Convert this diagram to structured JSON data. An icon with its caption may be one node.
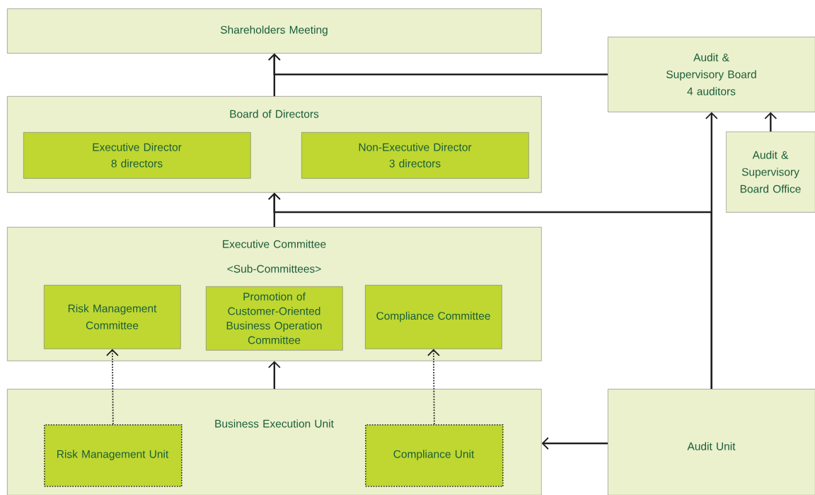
{
  "diagram": {
    "nodes": [
      {
        "text": [
          "Shareholders Meeting"
        ]
      },
      {
        "text": [
          "Audit & Supervisory Board",
          "4 auditors"
        ]
      },
      {
        "text": [
          "Board of Directors"
        ]
      },
      {
        "text": [
          "Executive Director",
          "8 directors"
        ],
        "in": 2
      },
      {
        "text": [
          "Non-Executive Director",
          "3 directors"
        ],
        "in": 2
      },
      {
        "text": [
          "Audit & Supervisory Board Office"
        ]
      },
      {
        "text": [
          "Executive Committee",
          "<Sub-Committees>"
        ]
      },
      {
        "text": [
          "Risk Management Committee"
        ],
        "in": 6
      },
      {
        "text": [
          "Promotion of Customer-Oriented Business Operation Committee"
        ],
        "in": 6
      },
      {
        "text": [
          "Compliance Committee"
        ],
        "in": 6
      },
      {
        "text": [
          "Business Execution Unit"
        ]
      },
      {
        "text": [
          "Risk Management Unit"
        ],
        "in": 10
      },
      {
        "text": [
          "Compliance Unit"
        ],
        "in": 10
      },
      {
        "text": [
          "Audit Unit"
        ]
      }
    ],
    "edges": [
      {
        "from": 2,
        "to": 0,
        "arrow": "to"
      },
      {
        "from": 1,
        "to": 0,
        "arrow": "to"
      },
      {
        "from": 13,
        "to": 1,
        "arrow": "to"
      },
      {
        "from": 5,
        "to": 1,
        "arrow": "to"
      },
      {
        "from": 6,
        "to": 2,
        "arrow": "to"
      },
      {
        "from": 13,
        "to": 2,
        "arrow": "to"
      },
      {
        "from": 10,
        "to": 6,
        "arrow": "to"
      },
      {
        "from": 11,
        "to": 7,
        "arrow": "to",
        "style": "dashed"
      },
      {
        "from": 12,
        "to": 9,
        "arrow": "to",
        "style": "dashed"
      },
      {
        "from": 13,
        "to": 10,
        "arrow": "to"
      }
    ]
  }
}
